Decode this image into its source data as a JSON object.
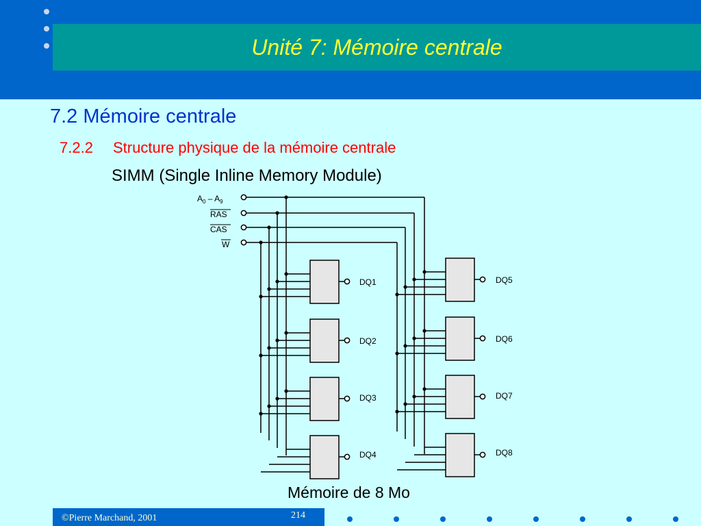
{
  "slide": {
    "title": "Unité 7:  Mémoire centrale",
    "heading": "7.2 Mémoire centrale",
    "subheading_number": "7.2.2",
    "subheading_text": "Structure physique de la mémoire centrale",
    "topic": "SIMM (Single Inline Memory Module)",
    "caption": "Mémoire de 8 Mo"
  },
  "diagram": {
    "signals": [
      "A",
      "RAS",
      "CAS",
      "W"
    ],
    "address_label_parts": [
      "A",
      "0",
      " – A",
      "9"
    ],
    "outputs_left": [
      "DQ1",
      "DQ2",
      "DQ3",
      "DQ4"
    ],
    "outputs_right": [
      "DQ5",
      "DQ6",
      "DQ7",
      "DQ8"
    ]
  },
  "footer": {
    "copyright": "©Pierre Marchand, 2001",
    "page_number": "214"
  },
  "colors": {
    "band": "#0066cc",
    "title_bar": "#009999",
    "title_text": "#ffff33",
    "background": "#ccffff",
    "heading": "#0033cc",
    "subheading": "#ff0000"
  }
}
